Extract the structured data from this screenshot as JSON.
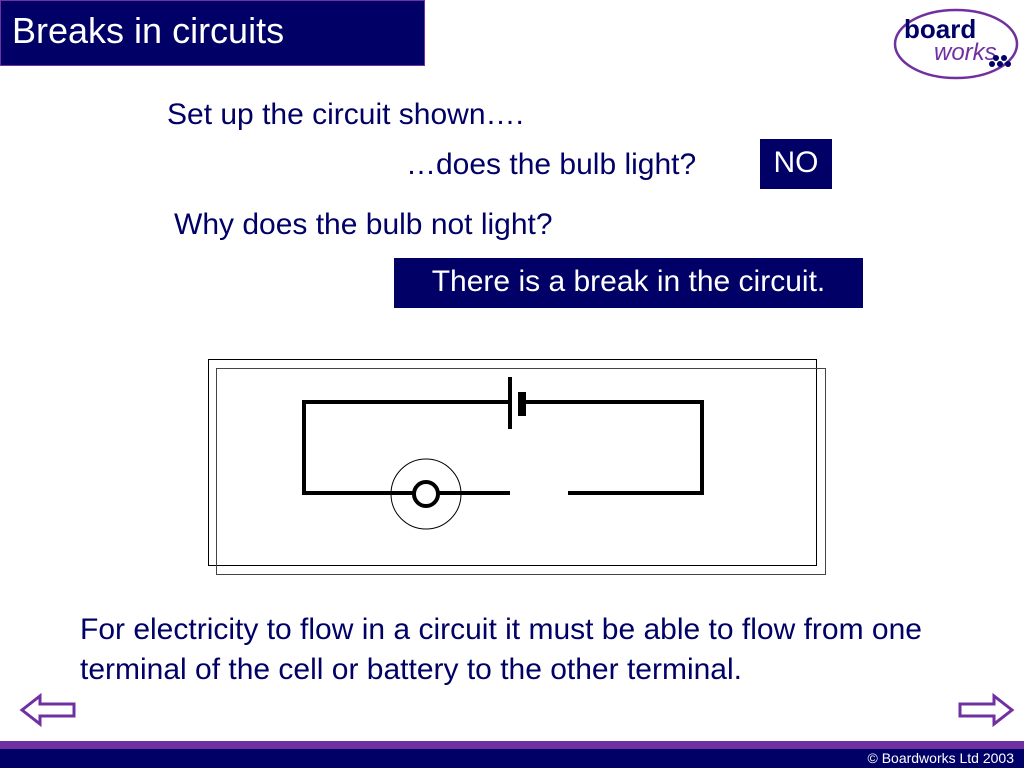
{
  "header": {
    "title": "Breaks in circuits",
    "logo_top": "board",
    "logo_bottom": "works"
  },
  "questions": {
    "q1": "Set up the circuit shown….",
    "q2": "…does the bulb light?",
    "q3": "Why does the bulb not light?"
  },
  "answers": {
    "no": "NO",
    "break": "There is a break in the circuit."
  },
  "diagram": {
    "components": [
      "cell",
      "bulb",
      "wire-gap"
    ]
  },
  "explanation": "For electricity to flow in a circuit it must be able to flow from one terminal of the cell or battery to the other terminal.",
  "navigation": {
    "prev_icon": "left-arrow-icon",
    "next_icon": "right-arrow-icon"
  },
  "footer": {
    "copyright": "© Boardworks Ltd 2003"
  },
  "colors": {
    "navy": "#000066",
    "purple": "#7030a0",
    "white": "#ffffff"
  }
}
